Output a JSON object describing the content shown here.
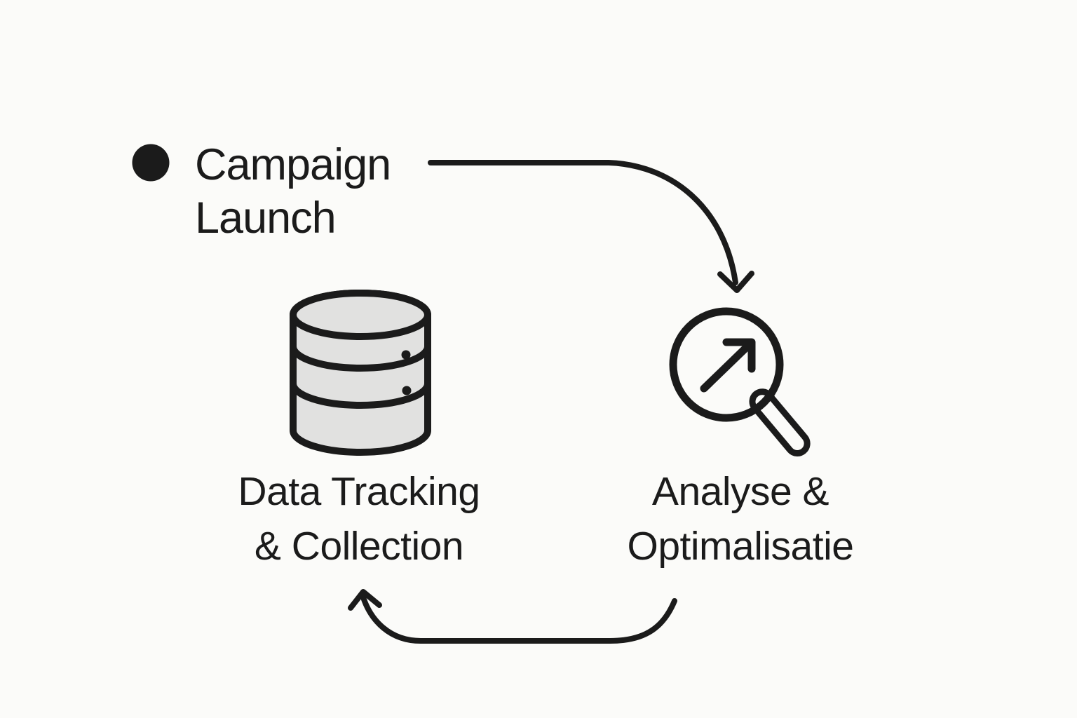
{
  "colors": {
    "background": "#fbfbf9",
    "ink": "#1b1b1b",
    "icon_fill": "#e1e1e0"
  },
  "diagram": {
    "nodes": {
      "campaign_launch": {
        "label_line1": "Campaign",
        "label_line2": "Launch",
        "marker": "filled-circle-bullet"
      },
      "analyse_optimalisatie": {
        "label_line1": "Analyse &",
        "label_line2": "Optimalisatie",
        "icon": "magnifier-trend-icon"
      },
      "data_tracking_collection": {
        "label_line1": "Data Tracking",
        "label_line2": "& Collection",
        "icon": "database-icon"
      }
    },
    "flows": [
      {
        "from": "Campaign Launch",
        "to": "Analyse & Optimalisatie",
        "style": "curved-arrow"
      },
      {
        "from": "Analyse & Optimalisatie",
        "to": "Data Tracking & Collection",
        "style": "curved-arrow"
      }
    ]
  }
}
